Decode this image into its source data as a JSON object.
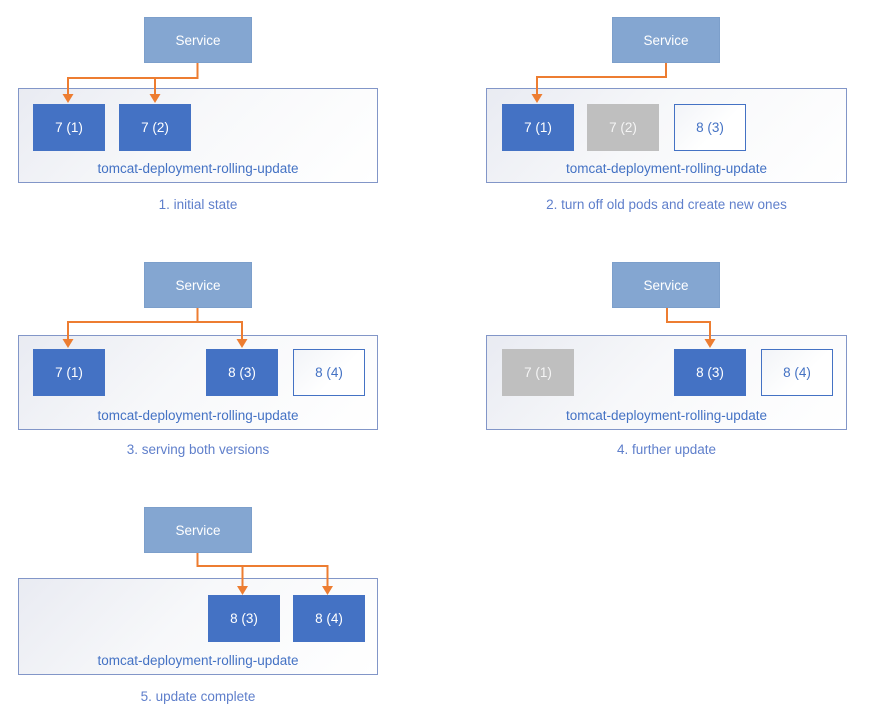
{
  "diagrams": [
    {
      "caption": "1. initial state",
      "service_label": "Service",
      "deployment_label": "tomcat-deployment-rolling-update",
      "pods": [
        {
          "label": "7 (1)",
          "state": "active"
        },
        {
          "label": "7 (2)",
          "state": "active"
        }
      ]
    },
    {
      "caption": "2. turn off old pods and create new ones",
      "service_label": "Service",
      "deployment_label": "tomcat-deployment-rolling-update",
      "pods": [
        {
          "label": "7 (1)",
          "state": "active"
        },
        {
          "label": "7 (2)",
          "state": "terminated"
        },
        {
          "label": "8 (3)",
          "state": "pending"
        }
      ]
    },
    {
      "caption": "3. serving both versions",
      "service_label": "Service",
      "deployment_label": "tomcat-deployment-rolling-update",
      "pods": [
        {
          "label": "7 (1)",
          "state": "active"
        },
        {
          "label": "8 (3)",
          "state": "active"
        },
        {
          "label": "8 (4)",
          "state": "pending"
        }
      ]
    },
    {
      "caption": "4. further update",
      "service_label": "Service",
      "deployment_label": "tomcat-deployment-rolling-update",
      "pods": [
        {
          "label": "7 (1)",
          "state": "terminated"
        },
        {
          "label": "8 (3)",
          "state": "active"
        },
        {
          "label": "8 (4)",
          "state": "pending"
        }
      ]
    },
    {
      "caption": "5. update complete",
      "service_label": "Service",
      "deployment_label": "tomcat-deployment-rolling-update",
      "pods": [
        {
          "label": "8 (3)",
          "state": "active"
        },
        {
          "label": "8 (4)",
          "state": "active"
        }
      ]
    }
  ],
  "colors": {
    "pod_active": "#4472C4",
    "pod_terminated": "#BFBFBF",
    "pod_pending_border": "#4472C4",
    "service_fill": "#84A6D1",
    "service_border": "#7C9FCB",
    "deployment_border": "#8296C8",
    "connector": "#ED7D31",
    "label_text": "#4472C4",
    "caption_text": "#5F7FCB"
  }
}
